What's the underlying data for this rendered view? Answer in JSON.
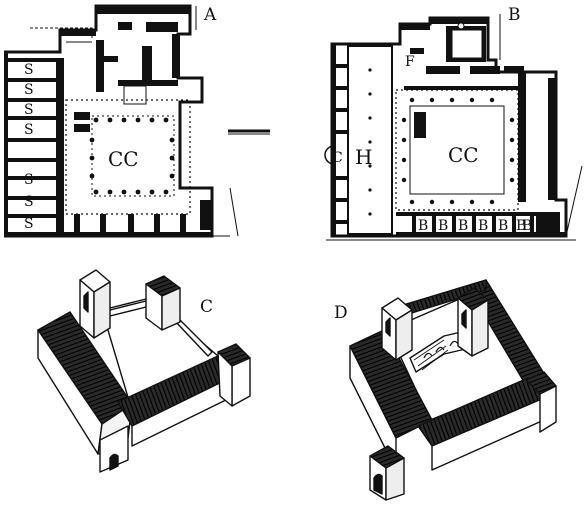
{
  "panels": {
    "a": {
      "letter": "A",
      "courtyard": "CC",
      "side_rooms": [
        "S",
        "S",
        "S",
        "S",
        "S",
        "S",
        "S"
      ]
    },
    "b": {
      "letter": "B",
      "courtyard": "CC",
      "hall": "H",
      "chapel_mark": "C",
      "entry_mark": "F",
      "bottom_rooms": [
        "B",
        "B",
        "B",
        "B",
        "B",
        "B",
        "B"
      ]
    },
    "c": {
      "letter": "C"
    },
    "d": {
      "letter": "D"
    }
  },
  "colors": {
    "ink": "#111111",
    "paper": "#ffffff",
    "hatch": "#1a1a1a"
  }
}
